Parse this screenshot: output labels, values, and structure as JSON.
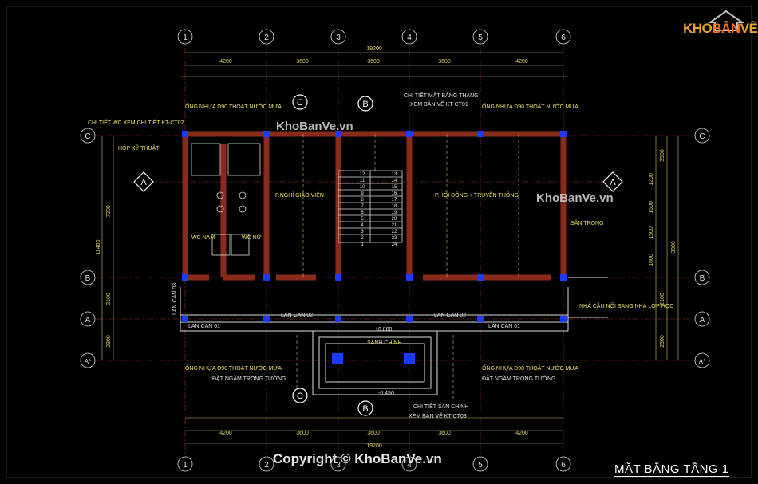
{
  "logo": {
    "text_a": "KHO",
    "text_b": "BẢN",
    "text_c": "VẼ"
  },
  "watermarks": [
    "KhoBanVe.vn",
    "KhoBanVe.vn"
  ],
  "copyright": "Copyright © KhoBanVe.vn",
  "title": "MẶT BẰNG TẦNG 1",
  "grid_cols": [
    "1",
    "2",
    "3",
    "4",
    "5",
    "6"
  ],
  "grid_rows": [
    "C",
    "B",
    "A",
    "A*"
  ],
  "dims_top_total": "19200",
  "dims_top_bays": [
    "4200",
    "3600",
    "3600",
    "3600",
    "4200"
  ],
  "dims_right": [
    "3500",
    "1200",
    "1500",
    "1500",
    "1600",
    "3800",
    "2100",
    "2300"
  ],
  "dims_left": [
    "7200",
    "11400",
    "2100",
    "2300"
  ],
  "rooms": {
    "teacher": "P.NGHỈ GIÁO VIÊN",
    "council": "P.HỘI ĐỒNG + TRUYỀN THÔNG",
    "wc_men": "WC NAM",
    "wc_women": "WC NỮ",
    "tech_box": "HỘP KỸ THUẬT",
    "lobby": "SẢNH CHÍNH",
    "yard": "SÂN TRONG"
  },
  "notes": {
    "pipe_tl": "ỐNG NHỰA D90 THOÁT NƯỚC MƯA",
    "pipe_tr": "ỐNG NHỰA D90 THOÁT NƯỚC MƯA",
    "pipe_bl": "ỐNG NHỰA D90 THOÁT NƯỚC MƯA",
    "pipe_br": "ỐNG NHỰA D90 THOÁT NƯỚC MƯA",
    "wc_detail": "CHI TIẾT WC XEM CHI TIẾT KT-CT02",
    "stair_detail": "CHI TIẾT MẶT BẰNG THANG",
    "stair_ref": "XEM BẢN VẼ KT-CT01",
    "yard_detail": "CHI TIẾT SÂN CHÍNH",
    "yard_ref": "XEM BẢN VẼ KT-CT03",
    "bridge": "NHÀ CẦU NỐI SANG NHÀ LỚP HỌC",
    "beam_l": "ĐẶT NGẦM TRONG TƯỜNG",
    "beam_r": "ĐẶT NGẦM TRONG TƯỜNG",
    "rail_01": "LAN CAN 01",
    "rail_02": "LAN CAN 02",
    "rail_03": "LAN CAN 03",
    "elev_0": "±0.000",
    "elev_1": "-0.450"
  },
  "stair_numbers": [
    "12",
    "11",
    "10",
    "9",
    "8",
    "7",
    "6",
    "5",
    "4",
    "3",
    "2",
    "1",
    "13",
    "14",
    "15",
    "16",
    "17",
    "18",
    "19",
    "20",
    "21",
    "22",
    "23",
    "24"
  ],
  "colors": {
    "wall": "#8a2a1a",
    "column": "#1a3cff",
    "dim": "#d4c74a",
    "grid": "#b03030",
    "text": "#e8e060",
    "white": "#e0e0e0"
  }
}
